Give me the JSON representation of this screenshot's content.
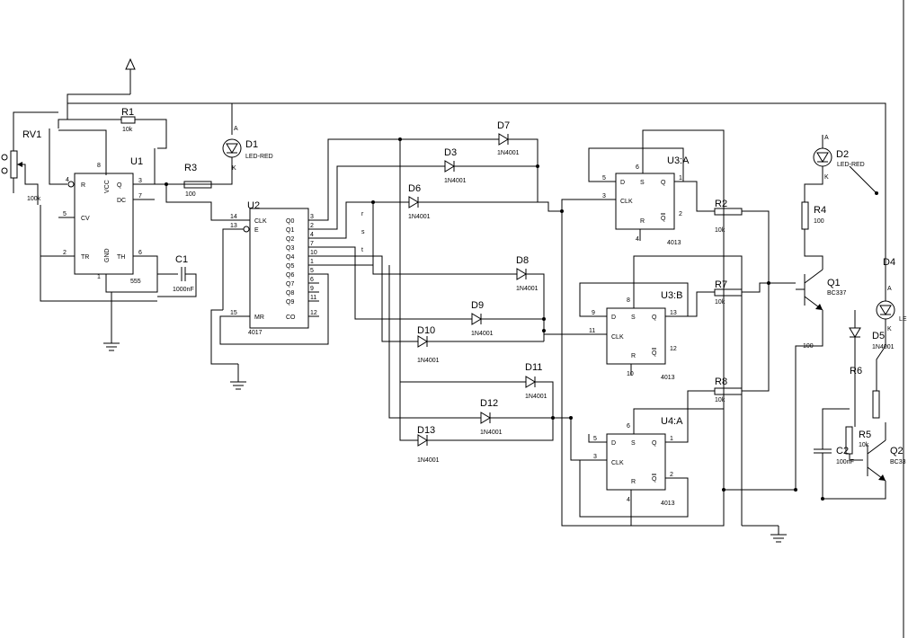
{
  "rv1": {
    "ref": "RV1",
    "value": "100k"
  },
  "r1": {
    "ref": "R1",
    "value": "10k"
  },
  "r3": {
    "ref": "R3",
    "value": "100"
  },
  "d1": {
    "ref": "D1",
    "value": "LED-RED",
    "pin_a": "A",
    "pin_k": "K"
  },
  "c1": {
    "ref": "C1",
    "value": "1000nF"
  },
  "u1": {
    "ref": "U1",
    "type": "555",
    "pins": {
      "r": "R",
      "vcc": "VCC",
      "q": "Q",
      "dc": "DC",
      "cv": "CV",
      "tr": "TR",
      "gnd": "GND",
      "th": "TH"
    },
    "nums": {
      "4": "4",
      "8": "8",
      "3": "3",
      "7": "7",
      "5": "5",
      "2": "2",
      "1": "1",
      "6": "6"
    }
  },
  "u2": {
    "ref": "U2",
    "type": "4017",
    "pins": {
      "clk": "CLK",
      "e": "E",
      "mr": "MR",
      "co": "CO",
      "q0": "Q0",
      "q1": "Q1",
      "q2": "Q2",
      "q3": "Q3",
      "q4": "Q4",
      "q5": "Q5",
      "q6": "Q6",
      "q7": "Q7",
      "q8": "Q8",
      "q9": "Q9"
    },
    "nums": {
      "14": "14",
      "13": "13",
      "15": "15",
      "3": "3",
      "2": "2",
      "4": "4",
      "7": "7",
      "10": "10",
      "1": "1",
      "5": "5",
      "6": "6",
      "9": "9",
      "11": "11",
      "12": "12"
    }
  },
  "net_labels": {
    "r": "r",
    "s": "s",
    "t": "t"
  },
  "diodes": {
    "d3": {
      "ref": "D3",
      "value": "1N4001"
    },
    "d6": {
      "ref": "D6",
      "value": "1N4001"
    },
    "d7": {
      "ref": "D7",
      "value": "1N4001"
    },
    "d8": {
      "ref": "D8",
      "value": "1N4001"
    },
    "d9": {
      "ref": "D9",
      "value": "1N4001"
    },
    "d10": {
      "ref": "D10",
      "value": "1N4001"
    },
    "d11": {
      "ref": "D11",
      "value": "1N4001"
    },
    "d12": {
      "ref": "D12",
      "value": "1N4001"
    },
    "d13": {
      "ref": "D13",
      "value": "1N4001"
    },
    "d5": {
      "ref": "D5",
      "value": "1N4001"
    }
  },
  "flipflops": {
    "u3a": {
      "ref": "U3:A",
      "type": "4013",
      "pins": {
        "d": "D",
        "s": "S",
        "clk": "CLK",
        "r": "R",
        "q": "Q",
        "qb": "Q"
      },
      "nums": {
        "a": "5",
        "b": "6",
        "c": "3",
        "d": "4",
        "e": "1",
        "f": "2"
      }
    },
    "u3b": {
      "ref": "U3:B",
      "type": "4013",
      "pins": {
        "d": "D",
        "s": "S",
        "clk": "CLK",
        "r": "R",
        "q": "Q",
        "qb": "Q"
      },
      "nums": {
        "a": "9",
        "b": "8",
        "c": "11",
        "d": "10",
        "e": "13",
        "f": "12"
      }
    },
    "u4a": {
      "ref": "U4:A",
      "type": "4013",
      "pins": {
        "d": "D",
        "s": "S",
        "clk": "CLK",
        "r": "R",
        "q": "Q",
        "qb": "Q"
      },
      "nums": {
        "a": "5",
        "b": "6",
        "c": "3",
        "d": "4",
        "e": "1",
        "f": "2"
      }
    }
  },
  "r2": {
    "ref": "R2",
    "value": "10k"
  },
  "r7": {
    "ref": "R7",
    "value": "10k"
  },
  "r8": {
    "ref": "R8",
    "value": "10k"
  },
  "d2": {
    "ref": "D2",
    "value": "LED-RED",
    "pin_a": "A",
    "pin_k": "K"
  },
  "r4": {
    "ref": "R4",
    "value": "100"
  },
  "q1": {
    "ref": "Q1",
    "value": "BC337"
  },
  "d4": {
    "ref": "D4",
    "value": "LE",
    "pin_a": "A",
    "pin_k": "K"
  },
  "r6": {
    "ref": "R6",
    "value": "100"
  },
  "r5": {
    "ref": "R5",
    "value": "10k"
  },
  "c2": {
    "ref": "C2",
    "value": "100nF"
  },
  "q2": {
    "ref": "Q2",
    "value": "BC33"
  }
}
